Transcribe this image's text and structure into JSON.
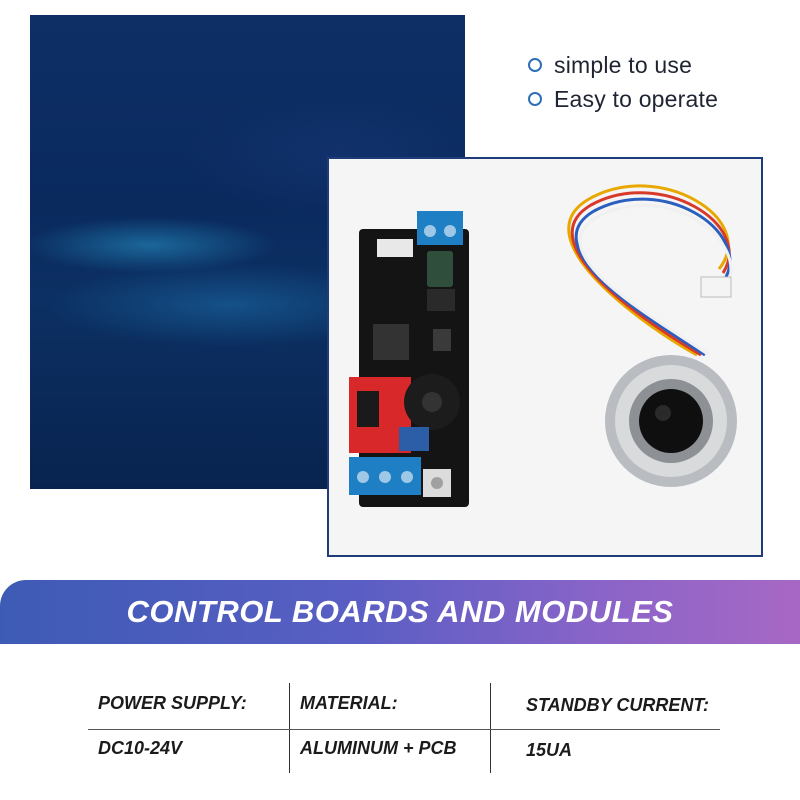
{
  "features": [
    {
      "label": "simple to use",
      "icon": "circle-bullet-icon"
    },
    {
      "label": "Easy to operate",
      "icon": "circle-bullet-icon"
    }
  ],
  "banner": {
    "title": "CONTROL BOARDS AND MODULES"
  },
  "specs": [
    {
      "label": "POWER SUPPLY:",
      "value": "DC10-24V"
    },
    {
      "label": "MATERIAL:",
      "value": "ALUMINUM + PCB"
    },
    {
      "label": "STANDBY CURRENT:",
      "value": "15UA"
    }
  ],
  "colors": {
    "accent": "#2e6fb8",
    "panel_border": "#1e3d78",
    "banner_start": "#3d5bb5",
    "banner_end": "#a768c4"
  }
}
